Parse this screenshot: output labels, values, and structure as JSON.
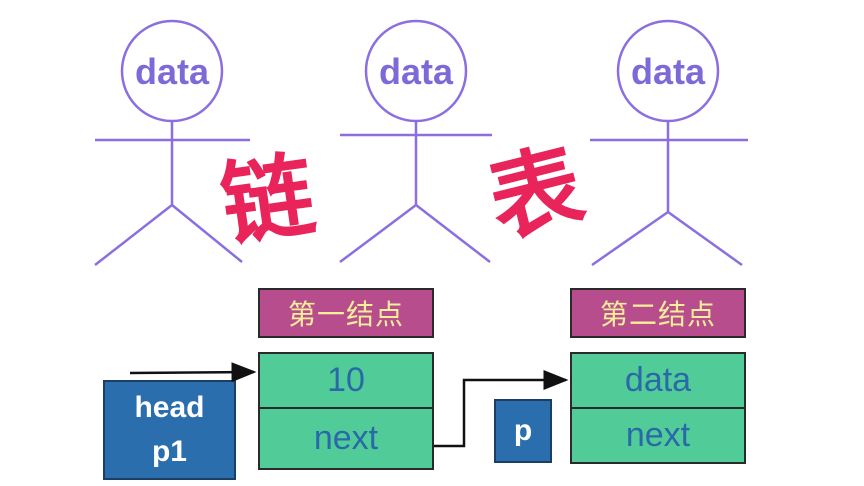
{
  "figures": [
    {
      "head_text": "data"
    },
    {
      "head_text": "data"
    },
    {
      "head_text": "data"
    }
  ],
  "title_chars": [
    "链",
    "表"
  ],
  "nodes": [
    {
      "label": "第一结点",
      "data": "10",
      "next": "next"
    },
    {
      "label": "第二结点",
      "data": "data",
      "next": "next"
    }
  ],
  "pointers": {
    "head": "head",
    "p1": "p1",
    "p": "p"
  },
  "colors": {
    "figure_stroke": "#8b6fe0",
    "figure_text": "#7d6ad8",
    "title_chars": "#e8245a",
    "label_bg": "#b84d8d",
    "label_text": "#f6ef9a",
    "cell_bg": "#51cc98",
    "cell_text": "#2a69a8",
    "pointer_bg": "#2a6eae"
  }
}
